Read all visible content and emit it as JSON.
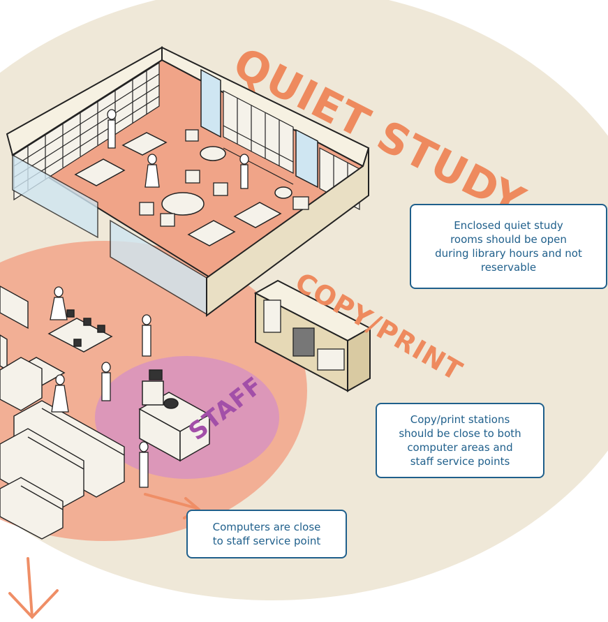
{
  "labels": {
    "quiet_study": "QUIET STUDY",
    "copy_print": "COPY/PRINT",
    "staff": "STAFF"
  },
  "callouts": {
    "quiet_study": "Enclosed quiet study\nrooms should be open\nduring library hours and not\nreservable",
    "copy_print": "Copy/print stations\nshould be close to both\ncomputer areas and\nstaff service points",
    "computers": "Computers are close\nto staff service point"
  },
  "colors": {
    "zone_bg": "#efe8d8",
    "computer_zone": "#f2a98e",
    "staff_zone": "#d48fc6",
    "label_orange": "#ee8a5e",
    "label_purple": "#a24fa8",
    "callout_border": "#1f5f8b",
    "floor": "#f0a488",
    "shelf": "#f5f2ea",
    "outline": "#222222",
    "glass": "#cfe6f2",
    "arrow": "#ef8e66"
  }
}
